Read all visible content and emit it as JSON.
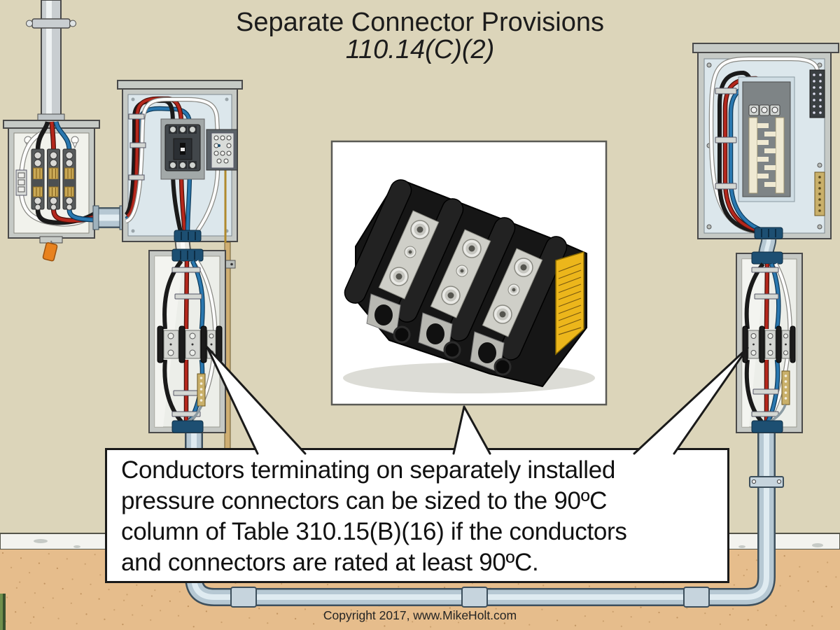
{
  "title": {
    "line1": "Separate Connector Provisions",
    "line2": "110.14(C)(2)"
  },
  "callout": {
    "lines": [
      "Conductors terminating on separately installed",
      "pressure connectors can be sized to the 90ºC",
      "column of Table 310.15(B)(16) if the conductors",
      "and connectors are rated at least 90ºC."
    ]
  },
  "footer": {
    "copyright": "Copyright 2017, www.MikeHolt.com"
  },
  "colors": {
    "wall": "#dcd5ba",
    "soil": "#e6bd8c",
    "soil_speckle": "#c59a66",
    "concrete": "#f3f3ef",
    "conduit": "#b6c8d3",
    "enclosure_gray": "#c6cac6",
    "enclosure_interior": "#dce7ec",
    "wire_black": "#1a1a1a",
    "wire_red": "#b5271c",
    "wire_blue": "#2a78b0",
    "wire_white": "#ffffff",
    "ground_bar_brass": "#c9b06a",
    "warning_label_yellow": "#ecb61b",
    "meter_seal_orange": "#e8821e",
    "callout_bg": "#ffffff",
    "text": "#1a1a1a"
  }
}
